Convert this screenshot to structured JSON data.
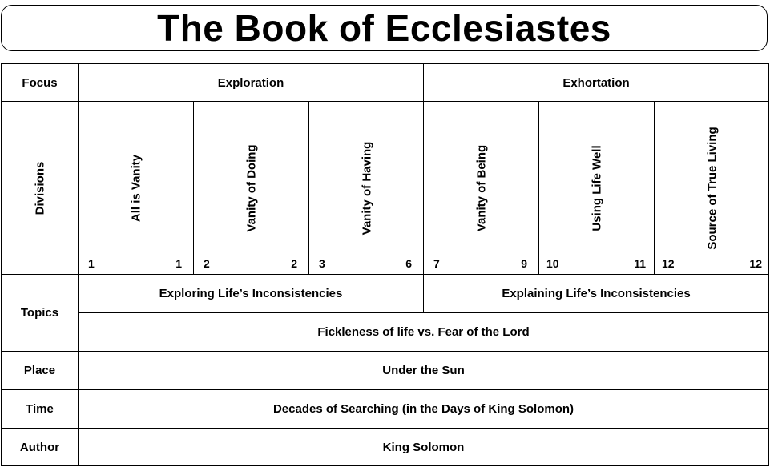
{
  "title": "The Book of Ecclesiastes",
  "rows": {
    "focus": {
      "label": "Focus",
      "left": "Exploration",
      "right": "Exhortation"
    },
    "divisions": {
      "label": "Divisions",
      "items": [
        {
          "name": "All is Vanity",
          "start": "1",
          "end": "1"
        },
        {
          "name": "Vanity of Doing",
          "start": "2",
          "end": "2"
        },
        {
          "name": "Vanity of Having",
          "start": "3",
          "end": "6"
        },
        {
          "name": "Vanity of Being",
          "start": "7",
          "end": "9"
        },
        {
          "name": "Using Life Well",
          "start": "10",
          "end": "11"
        },
        {
          "name": "Source of True Living",
          "start": "12",
          "end": "12"
        }
      ]
    },
    "topics": {
      "label": "Topics",
      "left": "Exploring Life’s Inconsistencies",
      "right": "Explaining Life’s Inconsistencies",
      "full": "Fickleness of life vs. Fear of the Lord"
    },
    "place": {
      "label": "Place",
      "value": "Under the Sun"
    },
    "time": {
      "label": "Time",
      "value": "Decades of Searching (in the Days of King Solomon)"
    },
    "author": {
      "label": "Author",
      "value": "King Solomon"
    }
  }
}
